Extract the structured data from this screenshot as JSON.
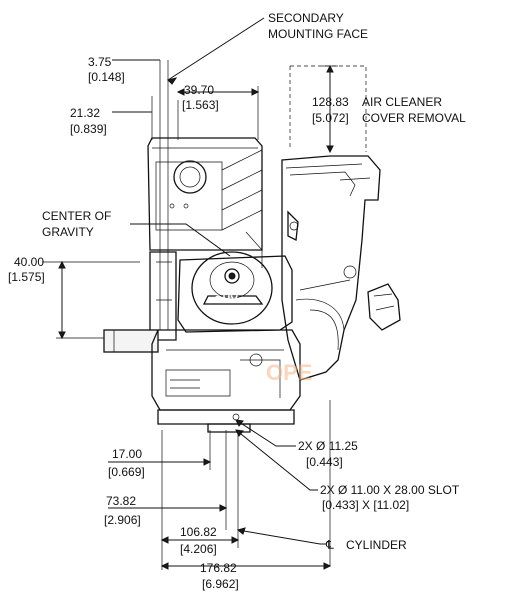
{
  "callouts": {
    "secondary_mounting_face": [
      "SECONDARY",
      "MOUNTING FACE"
    ],
    "air_cleaner": [
      "AIR CLEANER",
      "COVER REMOVAL"
    ],
    "center_of_gravity": [
      "CENTER OF",
      "GRAVITY"
    ],
    "cylinder": "CYLINDER",
    "cylinder_symbol": "℄"
  },
  "dimensions": {
    "d_3_75": {
      "mm": "3.75",
      "in": "[0.148]"
    },
    "d_21_32": {
      "mm": "21.32",
      "in": "[0.839]"
    },
    "d_39_70": {
      "mm": "39.70",
      "in": "[1.563]"
    },
    "d_128_83": {
      "mm": "128.83",
      "in": "[5.072]"
    },
    "d_40_00": {
      "mm": "40.00",
      "in": "[1.575]"
    },
    "d_17_00": {
      "mm": "17.00",
      "in": "[0.669]"
    },
    "d_73_82": {
      "mm": "73.82",
      "in": "[2.906]"
    },
    "d_106_82": {
      "mm": "106.82",
      "in": "[4.206]"
    },
    "d_176_82": {
      "mm": "176.82",
      "in": "[6.962]"
    },
    "hole": {
      "mm": "2X Ø 11.25",
      "in": "[0.443]"
    },
    "slot": {
      "mm": "2X Ø 11.00 X 28.00 SLOT",
      "in": "[0.433] X [11.02]"
    }
  },
  "engine_marking": "OHV",
  "watermark": "OPE"
}
